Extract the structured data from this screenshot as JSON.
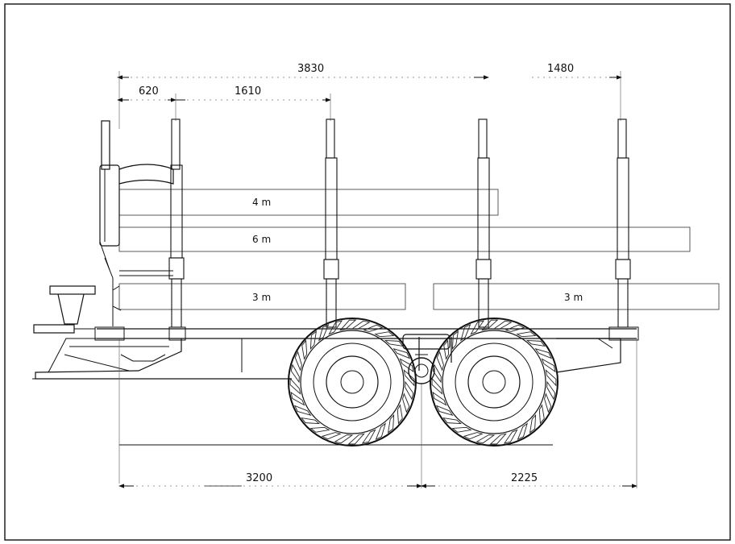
{
  "dimensions": {
    "top": [
      "3830",
      "620",
      "1610",
      "1480"
    ],
    "bottom": [
      "3200",
      "2225"
    ]
  },
  "logs": [
    "4 m",
    "6 m",
    "3 m",
    "3 m"
  ]
}
